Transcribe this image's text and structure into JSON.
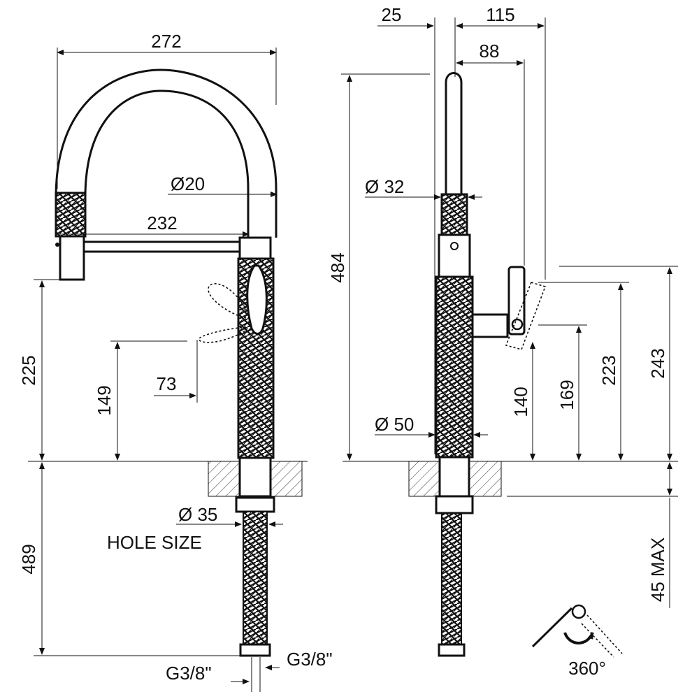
{
  "front_view": {
    "width_272": "272",
    "spout_dia": "Ø20",
    "reach_232": "232",
    "height_225": "225",
    "height_149": "149",
    "lever_73": "73",
    "hole_dia": "Ø 35",
    "hole_size_label": "HOLE SIZE",
    "below_489": "489",
    "thread_left": "G3/8\"",
    "thread_right": "G3/8\""
  },
  "side_view": {
    "dim_25": "25",
    "dim_115": "115",
    "dim_88": "88",
    "dim_484": "484",
    "dia_32": "Ø 32",
    "dia_50": "Ø 50",
    "dim_140": "140",
    "dim_169": "169",
    "dim_223": "223",
    "dim_243": "243",
    "max_45": "45 MAX",
    "rotation": "360°"
  }
}
